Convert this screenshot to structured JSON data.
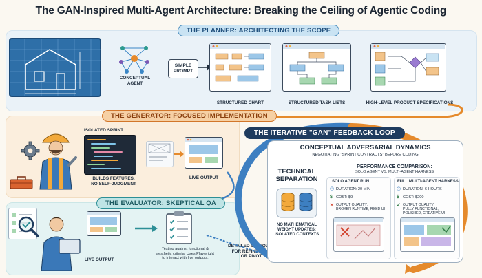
{
  "title": "The GAN-Inspired Multi-Agent Architecture: Breaking the Ceiling of Agentic Coding",
  "planner": {
    "banner": "THE PLANNER: ARCHITECTING THE SCOPE",
    "agent_label": "CONCEPTUAL\nAGENT",
    "prompt_label": "SIMPLE\nPROMPT",
    "outputs": [
      "STRUCTURED CHART",
      "STRUCTURED TASK LISTS",
      "HIGH-LEVEL PRODUCT SPECIFICATIONS"
    ]
  },
  "generator": {
    "banner": "THE GENERATOR: FOCUSED IMPLEMENTATION",
    "sprint_label": "ISOLATED SPRINT",
    "builds_label": "BUILDS FEATURES,\nNO SELF-JUDGMENT",
    "output_label": "LIVE OUTPUT"
  },
  "evaluator": {
    "banner": "THE EVALUATOR: SKEPTICAL QA",
    "live_output_label": "LIVE OUTPUT",
    "testing_text": "Testing against functional &\naesthetic criteria. Uses Playwright\nto interact with live outputs.",
    "critiques_label": "DETAILED CRITIQUES\nFOR REFINEMENT\nOR PIVOT"
  },
  "loop": {
    "banner": "THE ITERATIVE \"GAN\" FEEDBACK LOOP",
    "heading": "CONCEPTUAL ADVERSARIAL DYNAMICS",
    "subheading": "NEGOTIATING \"SPRINT CONTRACTS\" BEFORE CODING",
    "technical_title": "TECHNICAL\nSEPARATION",
    "technical_caption": "NO MATHEMATICAL\nWEIGHT UPDATES;\nISOLATED CONTEXTS",
    "comparison_title": "PERFORMANCE COMPARISON:",
    "comparison_sub": "SOLO AGENT VS. MULTI-AGENT HARNESS",
    "solo": {
      "header": "SOLO AGENT RUN",
      "duration": "DURATION: 20 MIN",
      "cost": "COST: $9",
      "quality": "OUTPUT QUALITY:\nBROKEN RUNTIME; RIGID UI"
    },
    "multi": {
      "header": "FULL MULTI-AGENT HARNESS",
      "duration": "DURATION: 6 HOURS",
      "cost": "COST: $200",
      "quality": "OUTPUT QUALITY:\nPULLY FUNCTIONAL;\nPOLISHED, CREATIVE UI"
    }
  },
  "colors": {
    "planner": "#4f8fbe",
    "generator": "#d2762a",
    "evaluator": "#2d8f96",
    "loop_navy": "#1e3b5e",
    "arrow_orange": "#e58a2c",
    "arrow_blue": "#3d7fc1"
  },
  "icons": [
    "blueprint-icon",
    "brain-network-icon",
    "worker-icon",
    "gear-icon",
    "toolbox-icon",
    "magnifier-icon",
    "person-laptop-icon",
    "clipboard-icon",
    "database-icon",
    "clock-icon",
    "dollar-icon",
    "check-icon",
    "cross-icon"
  ]
}
